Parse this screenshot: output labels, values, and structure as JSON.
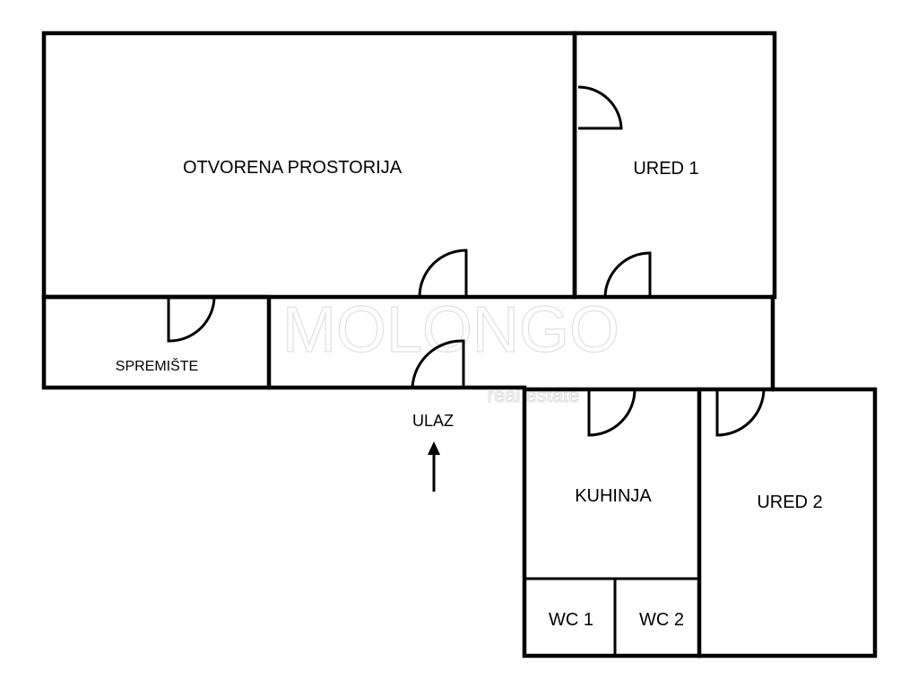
{
  "rooms": {
    "open_room": "OTVORENA PROSTORIJA",
    "office1": "URED 1",
    "storage": "SPREMIŠTE",
    "entrance": "ULAZ",
    "kitchen": "KUHINJA",
    "office2": "URED 2",
    "wc1": "WC 1",
    "wc2": "WC 2"
  },
  "watermark": {
    "brand": "MOLONGO",
    "tagline": "real estate"
  },
  "colors": {
    "line": "#000000",
    "background": "#ffffff"
  }
}
